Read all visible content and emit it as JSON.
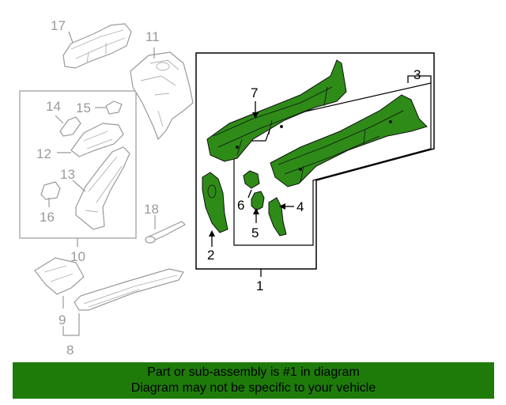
{
  "colors": {
    "part_green": "#2e8b18",
    "part_green_dark": "#1f6a0e",
    "callout_gray": "#9a9a9a",
    "banner_bg": "#1e7b0a"
  },
  "callouts": {
    "c1": "1",
    "c2": "2",
    "c3": "3",
    "c4": "4",
    "c5": "5",
    "c6": "6",
    "c7": "7",
    "c8": "8",
    "c9": "9",
    "c10": "10",
    "c11": "11",
    "c12": "12",
    "c13": "13",
    "c14": "14",
    "c15": "15",
    "c16": "16",
    "c17": "17",
    "c18": "18"
  },
  "banner": {
    "line1": "Part or sub-assembly is #1 in diagram",
    "line2": "Diagram may not be specific to your vehicle"
  }
}
